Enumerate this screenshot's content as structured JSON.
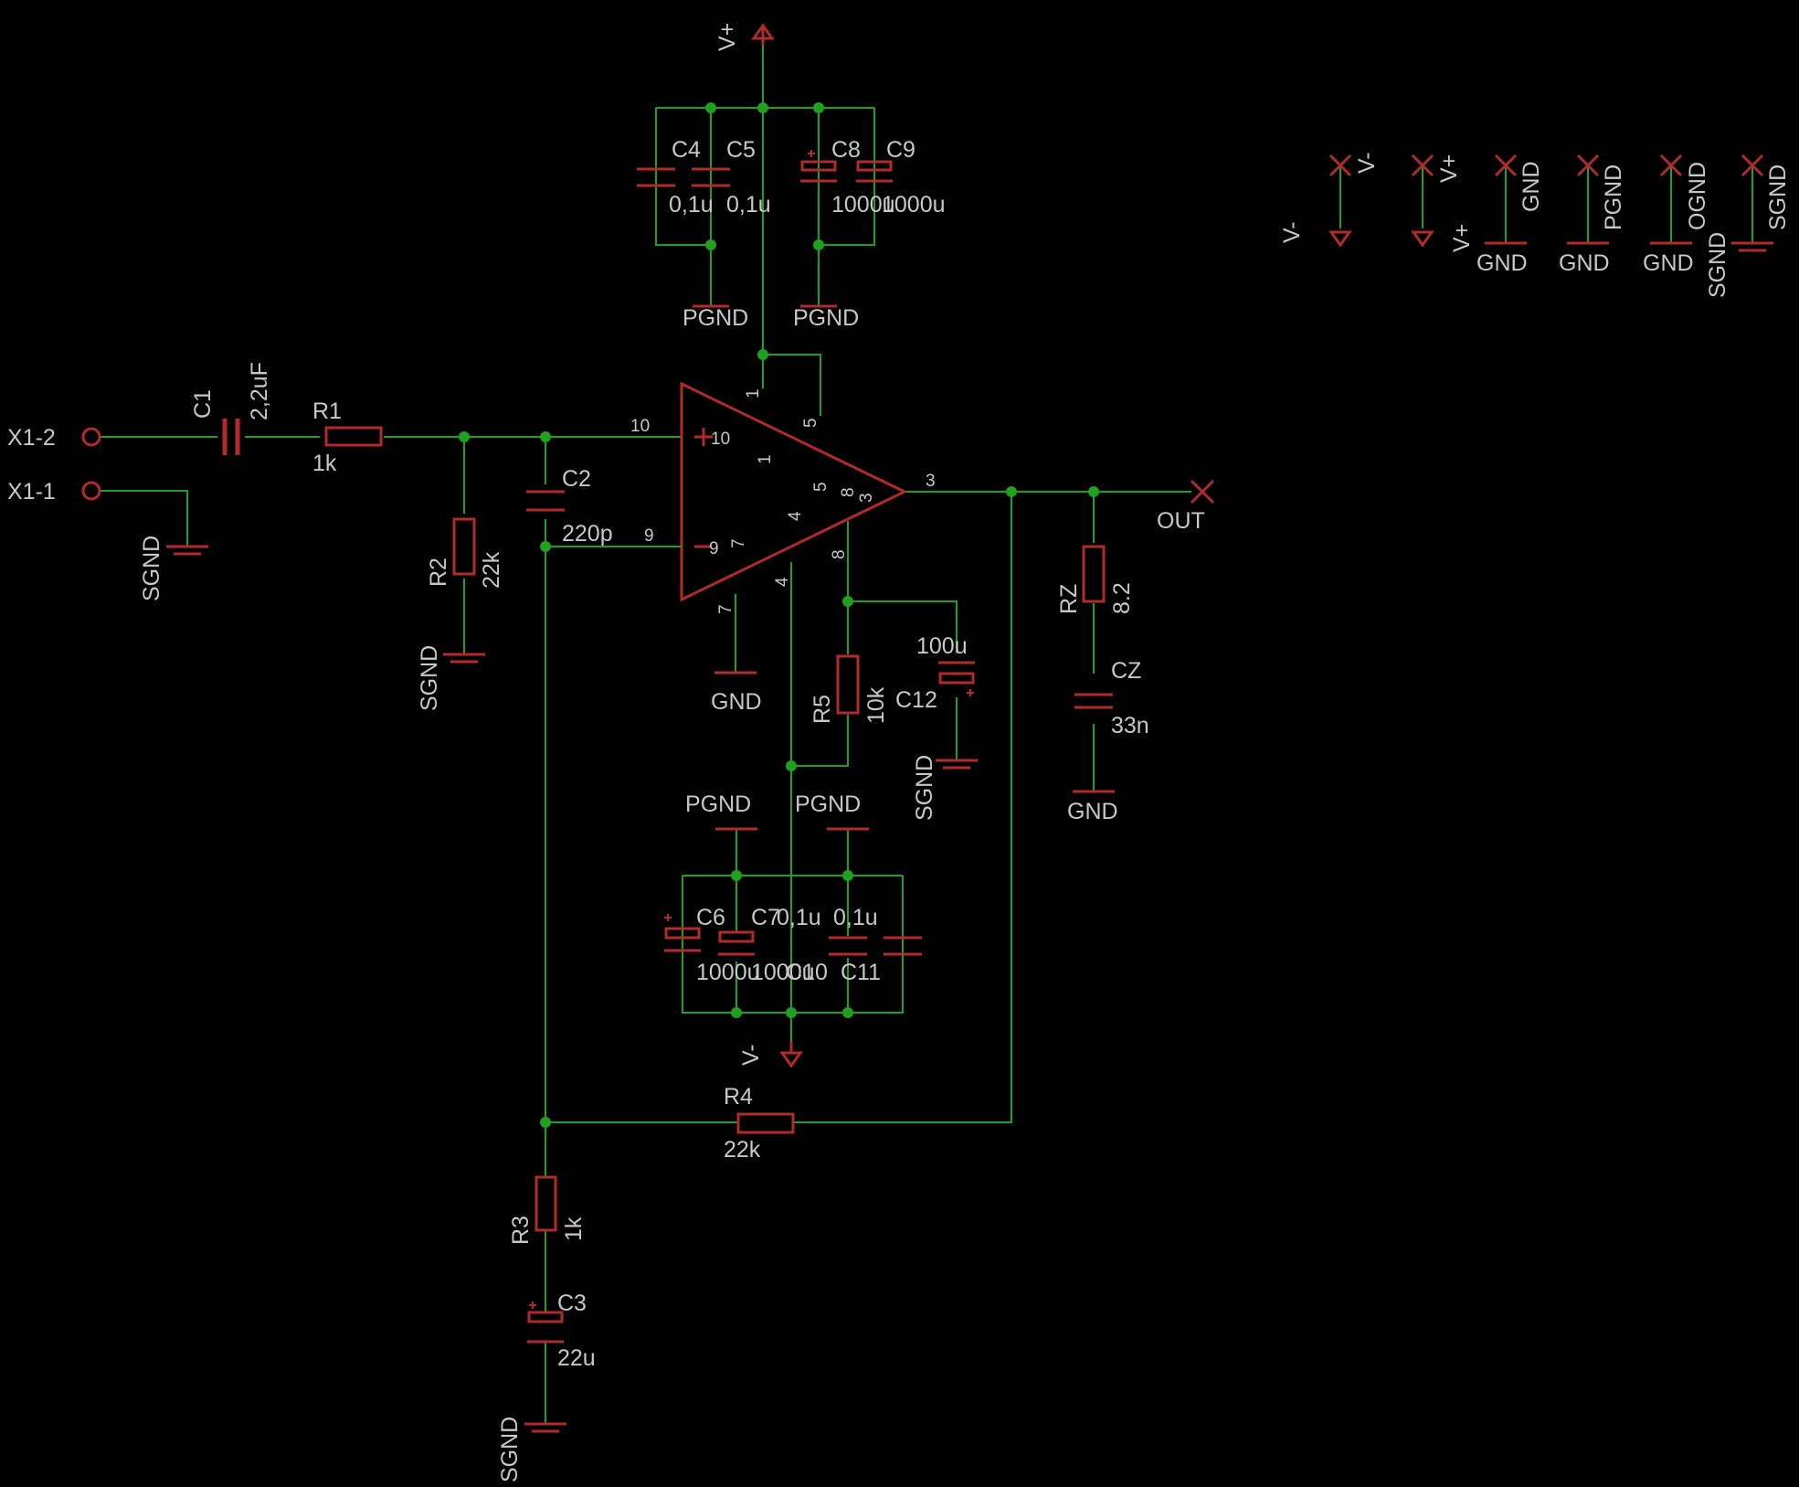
{
  "colors": {
    "background": "#000000",
    "wire": "#1fa01f",
    "part": "#b22b2b",
    "text": "#c8c8c8"
  },
  "labels": {
    "vplus_top": "V+",
    "c4": "C4",
    "c4_val": "0,1u",
    "c5": "C5",
    "c5_val": "0,1u",
    "c8": "C8",
    "c8_val": "1000u",
    "c9": "C9",
    "c9_val": "1000u",
    "pgnd_top1": "PGND",
    "pgnd_top2": "PGND",
    "x12": "X1-2",
    "x11": "X1-1",
    "c1": "C1",
    "c1_val": "2,2uF",
    "r1": "R1",
    "r1_val": "1k",
    "sgnd_x11": "SGND",
    "r2": "R2",
    "r2_val": "22k",
    "sgnd_r2": "SGND",
    "c2": "C2",
    "c2_val": "220p",
    "pin10_out": "10",
    "pin9_out": "9",
    "pin3_out": "3",
    "pin1_out": "1",
    "pin5_out": "5",
    "pin7_out": "7",
    "pin4_out": "4",
    "pin8_out": "8",
    "pin10_in": "10",
    "pin9_in": "9",
    "pin1_in": "1",
    "pin5_in": "5",
    "pin8_in": "8",
    "pin3_in": "3",
    "pin4_in": "4",
    "pin7_in": "7",
    "gnd_amp": "GND",
    "c12": "C12",
    "c12_val": "100u",
    "sgnd_c12": "SGND",
    "r5": "R5",
    "r5_val": "10k",
    "rz": "RZ",
    "rz_val": "8.2",
    "cz": "CZ",
    "cz_val": "33n",
    "gnd_cz": "GND",
    "out": "OUT",
    "pgnd_bot1": "PGND",
    "pgnd_bot2": "PGND",
    "c6": "C6",
    "c6_val": "1000u",
    "c7": "C7",
    "c7_val": "1000u",
    "c10_val": "0,1u",
    "c11_val": "0,1u",
    "c11": "C11",
    "c10": "C10",
    "vminus_bot": "V-",
    "r4": "R4",
    "r4_val": "22k",
    "r3": "R3",
    "r3_val": "1k",
    "c3": "C3",
    "c3_val": "22u",
    "sgnd_c3": "SGND",
    "sup_vminus_a": "V-",
    "sup_vminus_b": "V-",
    "sup_vplus_a": "V+",
    "sup_vplus_b": "V+",
    "sup_gnd_a": "GND",
    "sup_gnd_b": "GND",
    "sup_pgnd_a": "PGND",
    "sup_pgnd_b": "GND",
    "sup_ognd_a": "OGND",
    "sup_ognd_b": "GND",
    "sup_sgnd_a": "SGND",
    "sup_sgnd_b": "SGND"
  }
}
